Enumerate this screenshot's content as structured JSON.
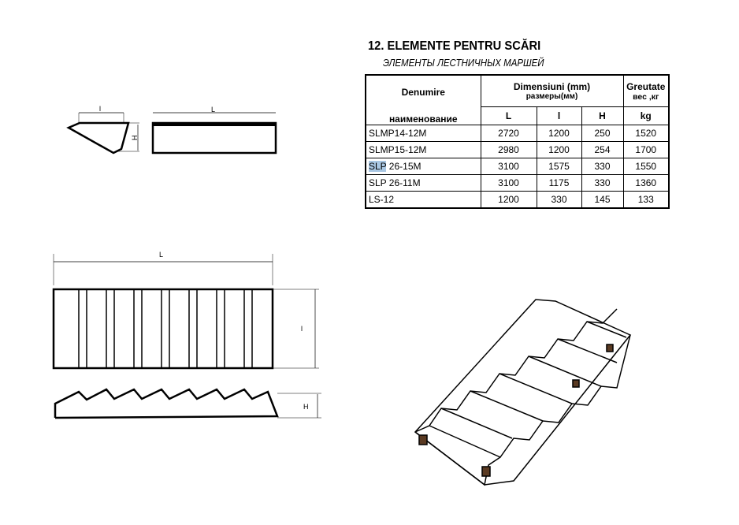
{
  "title": "12. ELEMENTE PENTRU SCĂRI",
  "subtitle": "ЭЛЕМЕНТЫ ЛЕСТНИЧНЫХ МАРШЕЙ",
  "table": {
    "h_name": "Denumire",
    "h_name_ru": "наименование",
    "h_dim": "Dimensiuni  (mm)",
    "h_dim_ru": "размеры(мм)",
    "h_weight": "Greutate",
    "h_weight_ru": "вес ,кг",
    "h_L": "L",
    "h_l": "l",
    "h_H": "H",
    "h_kg": "kg",
    "rows": [
      {
        "name": "SLMP14-12M",
        "L": "2720",
        "l": "1200",
        "H": "250",
        "kg": "1520"
      },
      {
        "name": "SLMP15-12M",
        "L": "2980",
        "l": "1200",
        "H": "254",
        "kg": "1700"
      },
      {
        "name_sel": "SLP",
        "name_rest": " 26-15M",
        "L": "3100",
        "l": "1575",
        "H": "330",
        "kg": "1550"
      },
      {
        "name": "SLP 26-11M",
        "L": "3100",
        "l": "1175",
        "H": "330",
        "kg": "1360"
      },
      {
        "name": "LS-12",
        "L": "1200",
        "l": "330",
        "H": "145",
        "kg": "133"
      }
    ]
  },
  "drawings": {
    "L": "L",
    "l": "l",
    "H": "H"
  }
}
